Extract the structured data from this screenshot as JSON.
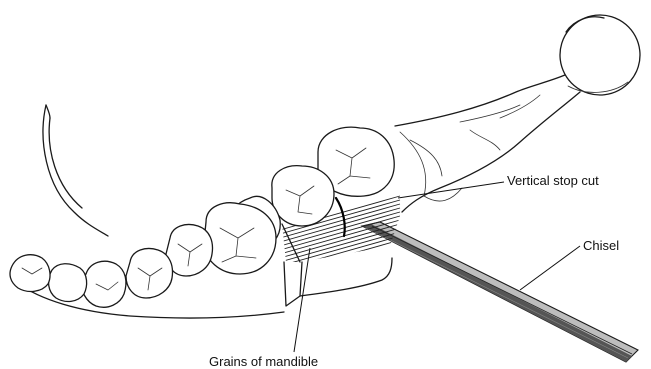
{
  "labels": {
    "vertical_stop_cut": "Vertical stop cut",
    "chisel": "Chisel",
    "grains_of_mandible": "Grains of mandible"
  },
  "colors": {
    "ink": "#1a1a1a",
    "chisel_dark": "#555555",
    "chisel_light": "#bdbdbd",
    "background": "#ffffff"
  }
}
